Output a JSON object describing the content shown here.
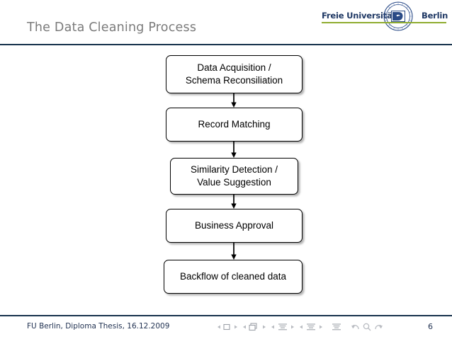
{
  "slide": {
    "title": "The Data Cleaning Process"
  },
  "logo": {
    "left_word": "Freie Universität",
    "right_word": "Berlin",
    "seal_icon": "university-seal-icon",
    "underline_color": "#8fac2f",
    "text_color": "#1f3864"
  },
  "flowchart": {
    "title": "The Data Cleaning Process",
    "nodes": [
      {
        "id": "data-acquisition",
        "label": "Data Acquisition /\nSchema Reconsiliation"
      },
      {
        "id": "record-matching",
        "label": "Record Matching"
      },
      {
        "id": "similarity-detection",
        "label": "Similarity Detection /\nValue Suggestion"
      },
      {
        "id": "business-approval",
        "label": "Business Approval"
      },
      {
        "id": "backflow",
        "label": "Backflow of cleaned data"
      }
    ],
    "edges": [
      {
        "from": "data-acquisition",
        "to": "record-matching"
      },
      {
        "from": "record-matching",
        "to": "similarity-detection"
      },
      {
        "from": "similarity-detection",
        "to": "business-approval"
      },
      {
        "from": "business-approval",
        "to": "backflow"
      }
    ],
    "box_border_color": "#000000",
    "box_fill_color": "#ffffff"
  },
  "footer": {
    "text": "FU Berlin, Diploma Thesis, 16.12.2009",
    "page_number": "6",
    "rule_color": "#16324c",
    "nav_symbols": [
      "slide-nav-icon",
      "frame-nav-icon",
      "subsection-nav-icon",
      "section-nav-icon",
      "doc-nav-icon",
      "back-nav-icon",
      "search-nav-icon",
      "forward-nav-icon"
    ]
  }
}
